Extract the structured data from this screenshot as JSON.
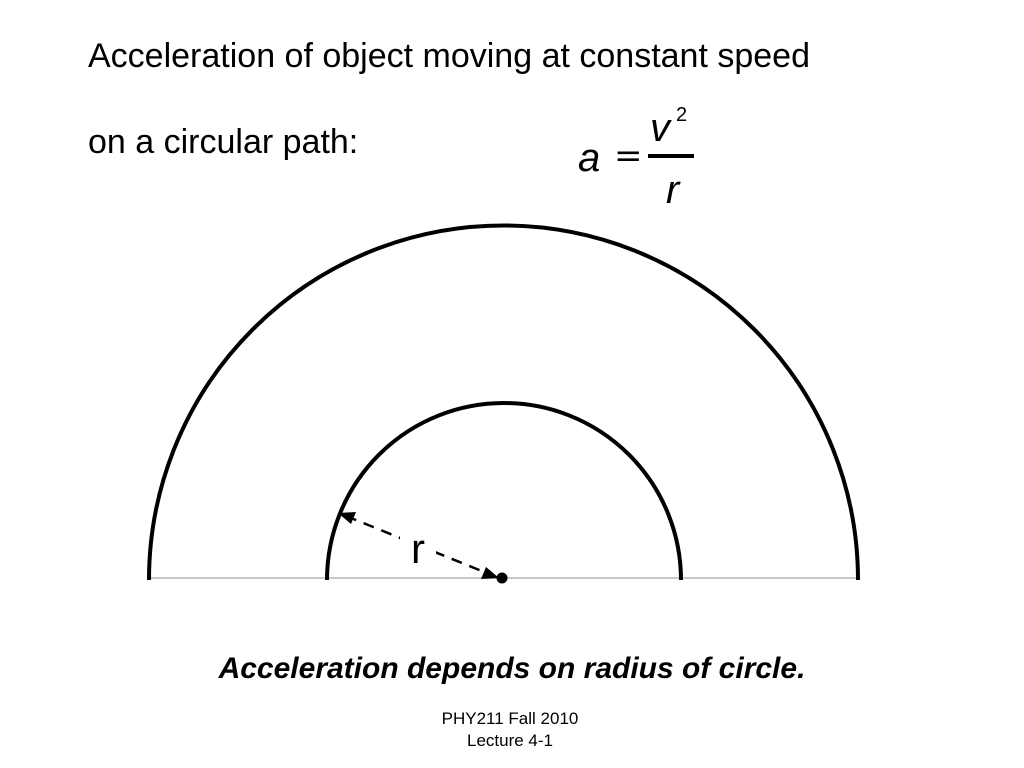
{
  "slide": {
    "title_line1": "Acceleration of object moving at constant speed",
    "title_line2": "on a circular path:",
    "formula": {
      "lhs": "a",
      "equals": "=",
      "numerator": "v",
      "exponent": "2",
      "denominator": "r"
    },
    "diagram": {
      "radius_label": "r"
    },
    "caption": "Acceleration depends on radius of circle.",
    "footer_line1": "PHY211 Fall 2010",
    "footer_line2": "Lecture 4-1"
  }
}
